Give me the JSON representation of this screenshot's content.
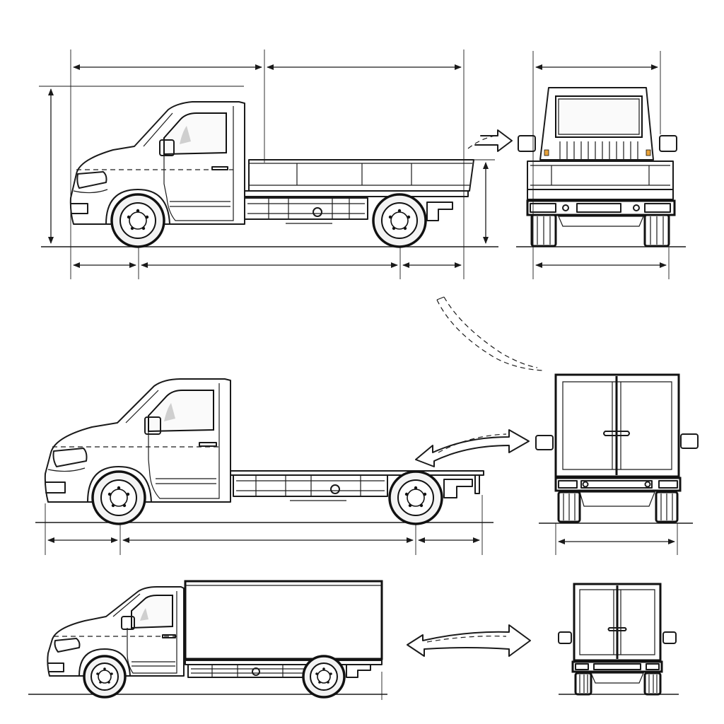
{
  "figure": {
    "style": "line-art technical drawing",
    "background": "#ffffff",
    "line_color": "#1a1a1a",
    "accent_colors": {
      "marker_lamps": "#e8a23a"
    },
    "views": [
      {
        "row": 1,
        "variant": "dropside-flatbed",
        "side_view": "side-view-dropside",
        "rear_view": "rear-view-dropside"
      },
      {
        "row": 2,
        "variant": "cab-chassis",
        "side_view": "side-view-chassis",
        "rear_view": "rear-view-chassis"
      },
      {
        "row": 3,
        "variant": "box-van",
        "side_view": "side-view-box",
        "rear_view": "rear-view-box"
      }
    ],
    "dimension_labels": []
  }
}
